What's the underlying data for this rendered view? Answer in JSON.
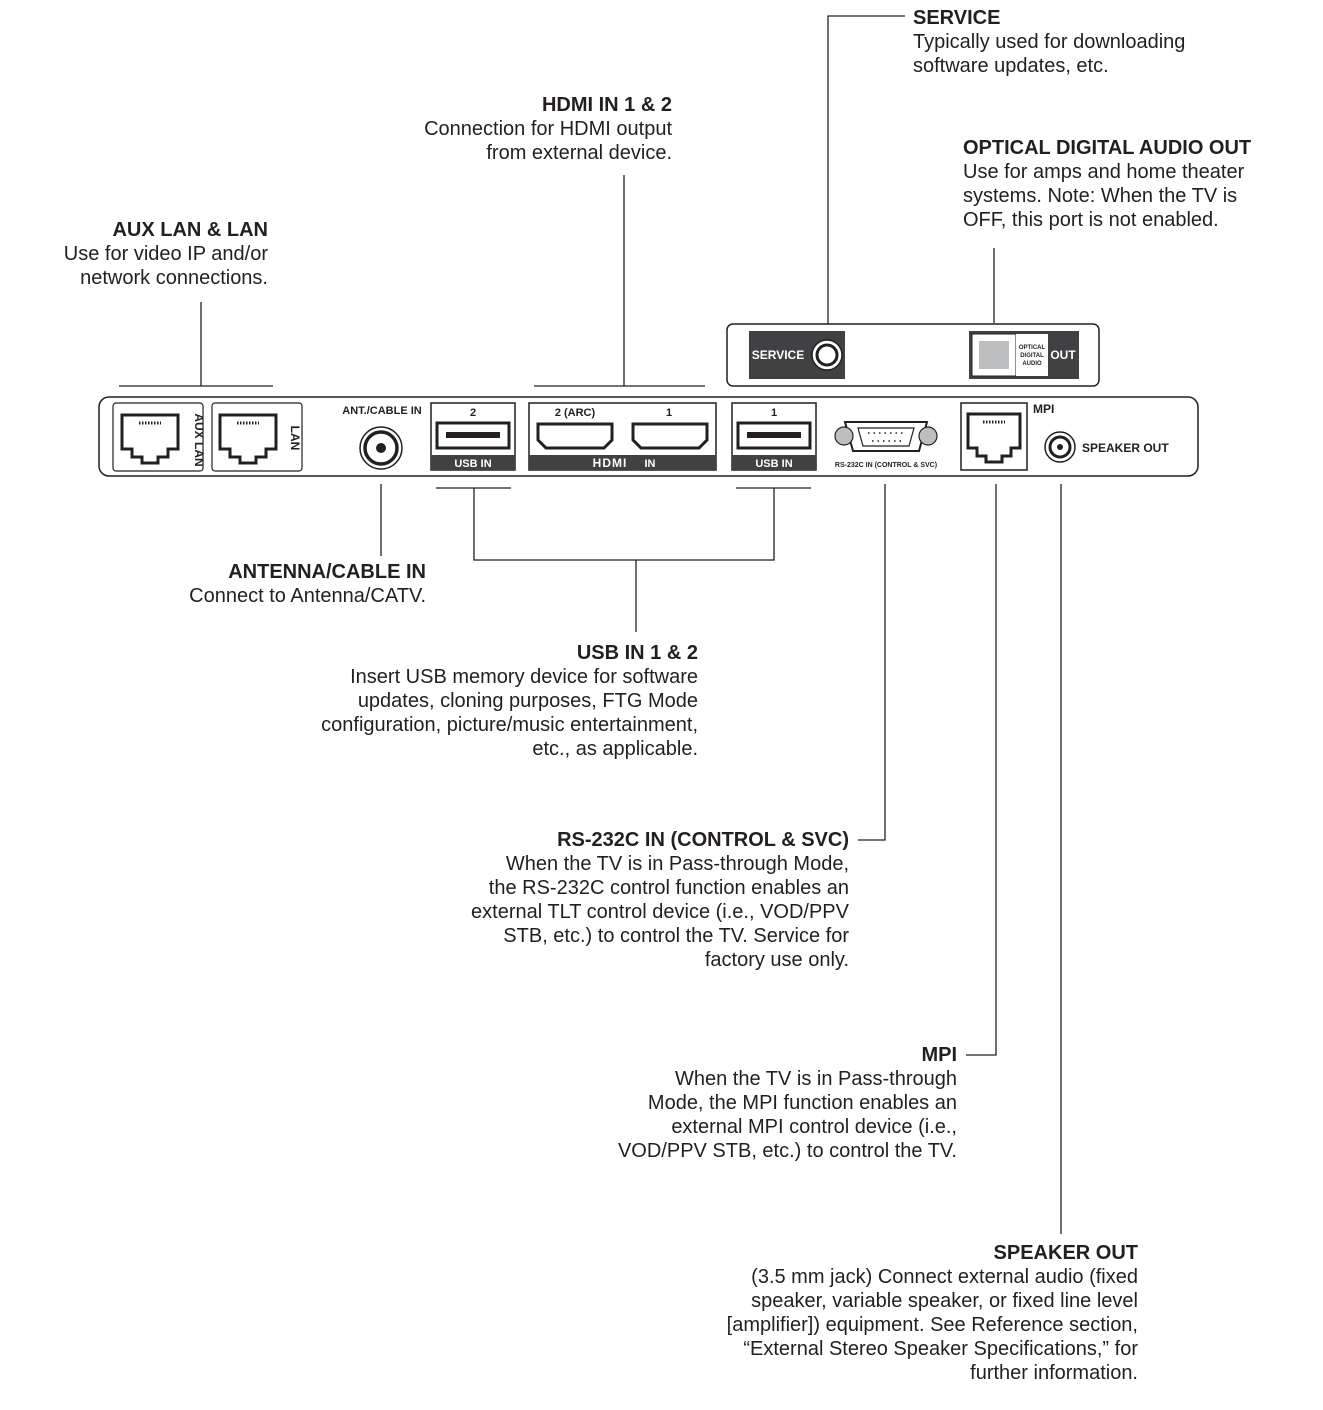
{
  "callouts": {
    "service": {
      "title": "SERVICE",
      "desc": "Typically used for downloading\nsoftware updates, etc."
    },
    "hdmi": {
      "title": "HDMI IN 1 & 2",
      "desc": "Connection for HDMI output\nfrom external device."
    },
    "optical": {
      "title": "OPTICAL DIGITAL AUDIO OUT",
      "desc": "Use for amps and home theater\nsystems. Note: When the TV is\nOFF, this port is not enabled."
    },
    "auxlan": {
      "title": "AUX LAN & LAN",
      "desc": "Use for video IP and/or\nnetwork connections."
    },
    "antenna": {
      "title": "ANTENNA/CABLE IN",
      "desc": "Connect to Antenna/CATV."
    },
    "usb": {
      "title": "USB IN 1 & 2",
      "desc": "Insert USB memory device for software\nupdates, cloning purposes, FTG Mode\nconfiguration, picture/music entertainment,\netc., as applicable."
    },
    "rs232": {
      "title": "RS-232C IN (CONTROL & SVC)",
      "desc": "When the TV is in Pass-through Mode,\nthe RS-232C control function enables an\nexternal TLT control device (i.e., VOD/PPV\nSTB, etc.) to control the TV. Service for\nfactory use only."
    },
    "mpi": {
      "title": "MPI",
      "desc": "When the TV is in Pass-through\nMode, the MPI function enables an\nexternal MPI control device (i.e.,\nVOD/PPV STB, etc.) to control the TV."
    },
    "speaker": {
      "title": "SPEAKER OUT",
      "desc": "(3.5 mm jack) Connect external audio (fixed\nspeaker, variable speaker, or fixed line level\n[amplifier]) equipment. See Reference section,\n“External Stereo Speaker Specifications,” for\nfurther information."
    }
  },
  "panel": {
    "aux_lan": "AUX LAN",
    "lan": "LAN",
    "ant_cable_in": "ANT./CABLE IN",
    "usb2_num": "2",
    "usb_in": "USB IN",
    "hdmi2": "2 (ARC)",
    "hdmi1": "1",
    "hdmi_logo": "HDMI",
    "hdmi_in": "IN",
    "usb1_num": "1",
    "rs232_label": "RS-232C IN (CONTROL & SVC)",
    "mpi": "MPI",
    "speaker_out": "SPEAKER OUT",
    "service": "SERVICE",
    "optical_lines": [
      "OPTICAL",
      "DIGITAL",
      "AUDIO"
    ],
    "out": "OUT"
  },
  "colors": {
    "ink": "#231f20",
    "dark_fill": "#414042",
    "port_grey": "#bcbec0"
  }
}
